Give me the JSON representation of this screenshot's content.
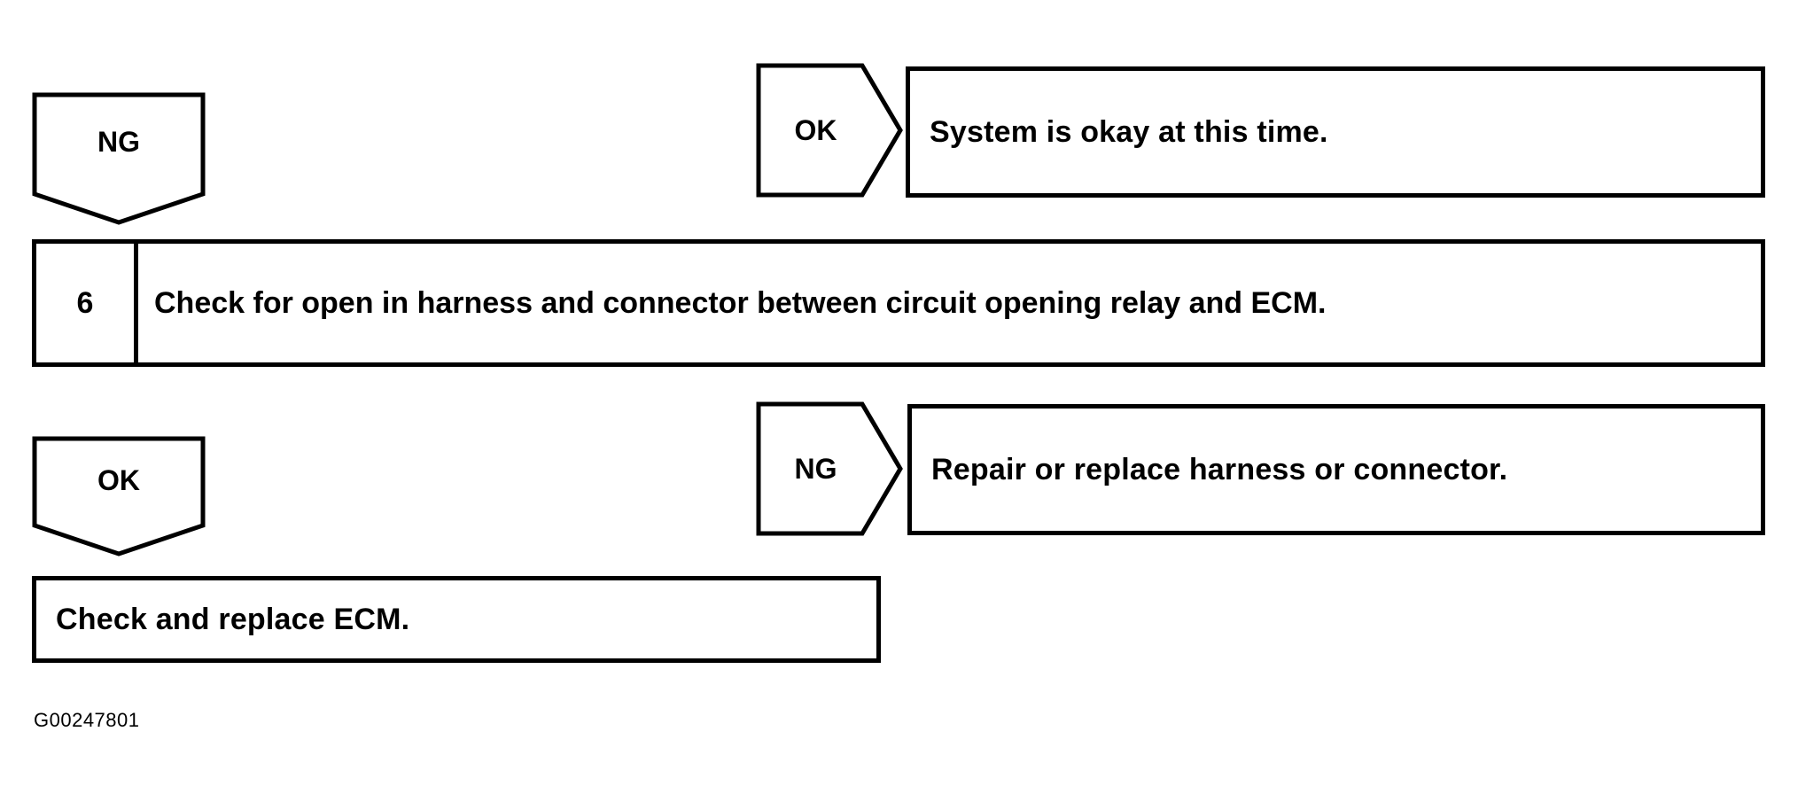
{
  "figure": {
    "id_label": "G00247801",
    "colors": {
      "stroke": "#000000",
      "background": "#ffffff",
      "text": "#000000"
    }
  },
  "flow": {
    "branch_ng_top": {
      "label": "NG",
      "shape": "down-arrow-pentagon"
    },
    "branch_ok_top": {
      "label": "OK",
      "shape": "right-arrow-pentagon"
    },
    "result_ok_top": {
      "text": "System is okay at this time."
    },
    "step": {
      "number": "6",
      "text": "Check for open in harness and connector between circuit opening relay and ECM."
    },
    "branch_ok_bottom": {
      "label": "OK",
      "shape": "down-arrow-pentagon"
    },
    "branch_ng_bottom": {
      "label": "NG",
      "shape": "right-arrow-pentagon"
    },
    "result_ng_bottom": {
      "text": "Repair or replace harness or connector."
    },
    "final_action": {
      "text": "Check and replace ECM."
    }
  }
}
